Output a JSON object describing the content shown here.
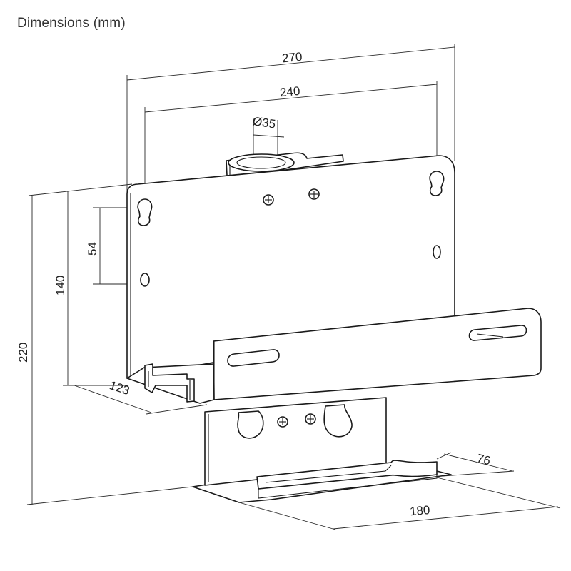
{
  "title": "Dimensions (mm)",
  "dimensions": {
    "width_outer": "270",
    "width_holes": "240",
    "pole_diameter": "Ø35",
    "hole_spacing_vertical": "54",
    "height_plate": "140",
    "height_total": "220",
    "depth_shelf": "123",
    "depth_base": "76",
    "width_base": "180"
  },
  "colors": {
    "line": "#1a1a1a",
    "text": "#222222",
    "background": "#ffffff"
  }
}
